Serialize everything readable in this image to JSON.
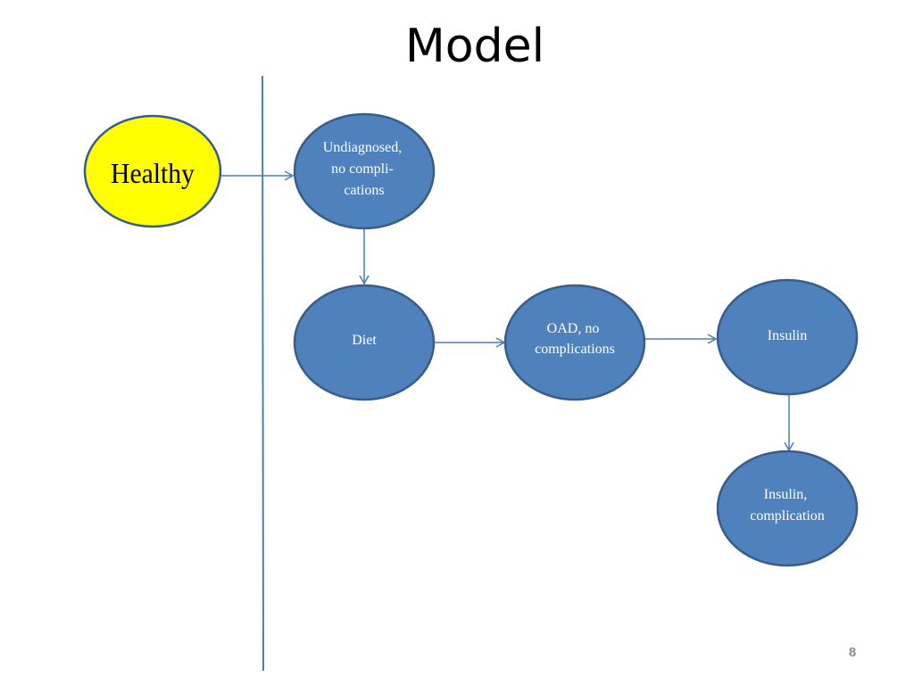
{
  "slide": {
    "title": "Model",
    "page_number": "8"
  },
  "colors": {
    "healthy_fill": "#ffff00",
    "state_fill": "#4f81bd",
    "outline": "#385d8a",
    "arrow": "#4a7ebb",
    "divider": "#4a7ebb"
  },
  "nodes": {
    "healthy": {
      "lines": [
        "Healthy"
      ]
    },
    "undiagnosed": {
      "lines": [
        "Undiagnosed,",
        "no compli-",
        "cations"
      ]
    },
    "diet": {
      "lines": [
        "Diet"
      ]
    },
    "oad": {
      "lines": [
        "OAD, no",
        "complications"
      ]
    },
    "insulin": {
      "lines": [
        "Insulin"
      ]
    },
    "insulin_complication": {
      "lines": [
        "Insulin,",
        "complication"
      ]
    }
  },
  "edges": [
    {
      "from": "healthy",
      "to": "undiagnosed"
    },
    {
      "from": "undiagnosed",
      "to": "diet"
    },
    {
      "from": "diet",
      "to": "oad"
    },
    {
      "from": "oad",
      "to": "insulin"
    },
    {
      "from": "insulin",
      "to": "insulin_complication"
    }
  ]
}
